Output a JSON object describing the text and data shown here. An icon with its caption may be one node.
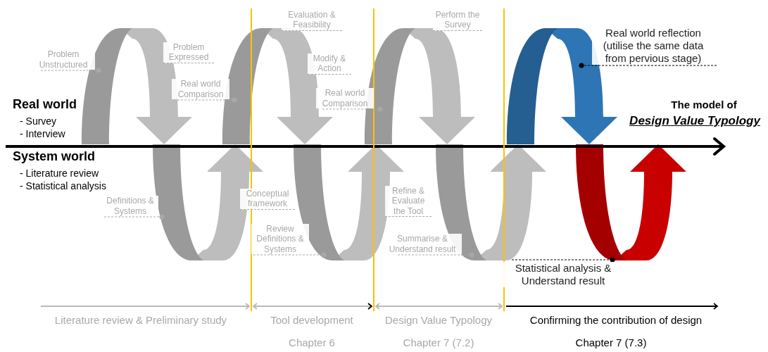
{
  "diagram": {
    "nodes": [
      {
        "text": [
          "Problem Unstructured"
        ]
      },
      {
        "text": [
          "Real world Comparison"
        ]
      },
      {
        "text": [
          "Real world Comparison"
        ]
      },
      {
        "text": [
          "Real world reflection (utilise the same data from pervious stage)"
        ]
      },
      {
        "text": [
          "Definitions & Systems"
        ]
      },
      {
        "text": [
          "Review Definitions & Systems"
        ]
      },
      {
        "text": [
          "Summarise & Understand result"
        ]
      },
      {
        "text": [
          "Statistical analysis & Understand result"
        ]
      },
      {
        "text": [],
        "shape": "arrow"
      },
      {
        "text": [],
        "shape": "arrow"
      },
      {
        "text": [],
        "shape": "arrow"
      },
      {
        "text": [],
        "shape": "arrow"
      },
      {
        "text": [],
        "shape": "arrow"
      },
      {
        "text": [],
        "shape": "arrow"
      },
      {
        "text": [],
        "shape": "arrow"
      },
      {
        "text": [],
        "shape": "arrow"
      }
    ],
    "edges": [
      {
        "from": 0,
        "to": 8,
        "arrow": "other",
        "style": "dashed"
      },
      {
        "from": 1,
        "to": 10,
        "arrow": "other",
        "style": "dashed"
      },
      {
        "from": 2,
        "to": 12,
        "arrow": "other",
        "style": "dashed"
      },
      {
        "from": 3,
        "to": 14,
        "arrow": "other",
        "style": "dashed",
        "color": "#000000"
      },
      {
        "from": 4,
        "to": 9,
        "arrow": "other",
        "style": "dashed"
      },
      {
        "from": 5,
        "to": 11,
        "arrow": "other",
        "style": "dashed"
      },
      {
        "from": 6,
        "to": 13,
        "arrow": "other",
        "style": "dashed"
      },
      {
        "from": 7,
        "to": 15,
        "arrow": "other",
        "style": "dashed",
        "color": "#000000"
      }
    ],
    "labels": [
      "Real world",
      "- Survey",
      "- Interview",
      "System world",
      "- Literature review",
      "- Statistical analysis",
      "Problem Expressed",
      "Evaluation & Feasibility",
      "Modify & Action",
      "Perform the Survey",
      "The model of",
      "Design Value Typology",
      "Conceptual framework",
      "Refine & Evaluate the Tool",
      "Literature review & Preliminary study",
      "Tool development",
      "Design Value Typology",
      "Confirming the contribution of design",
      "Chapter 6",
      "Chapter 7 (7.2)",
      "Chapter 7 (7.3)"
    ]
  }
}
